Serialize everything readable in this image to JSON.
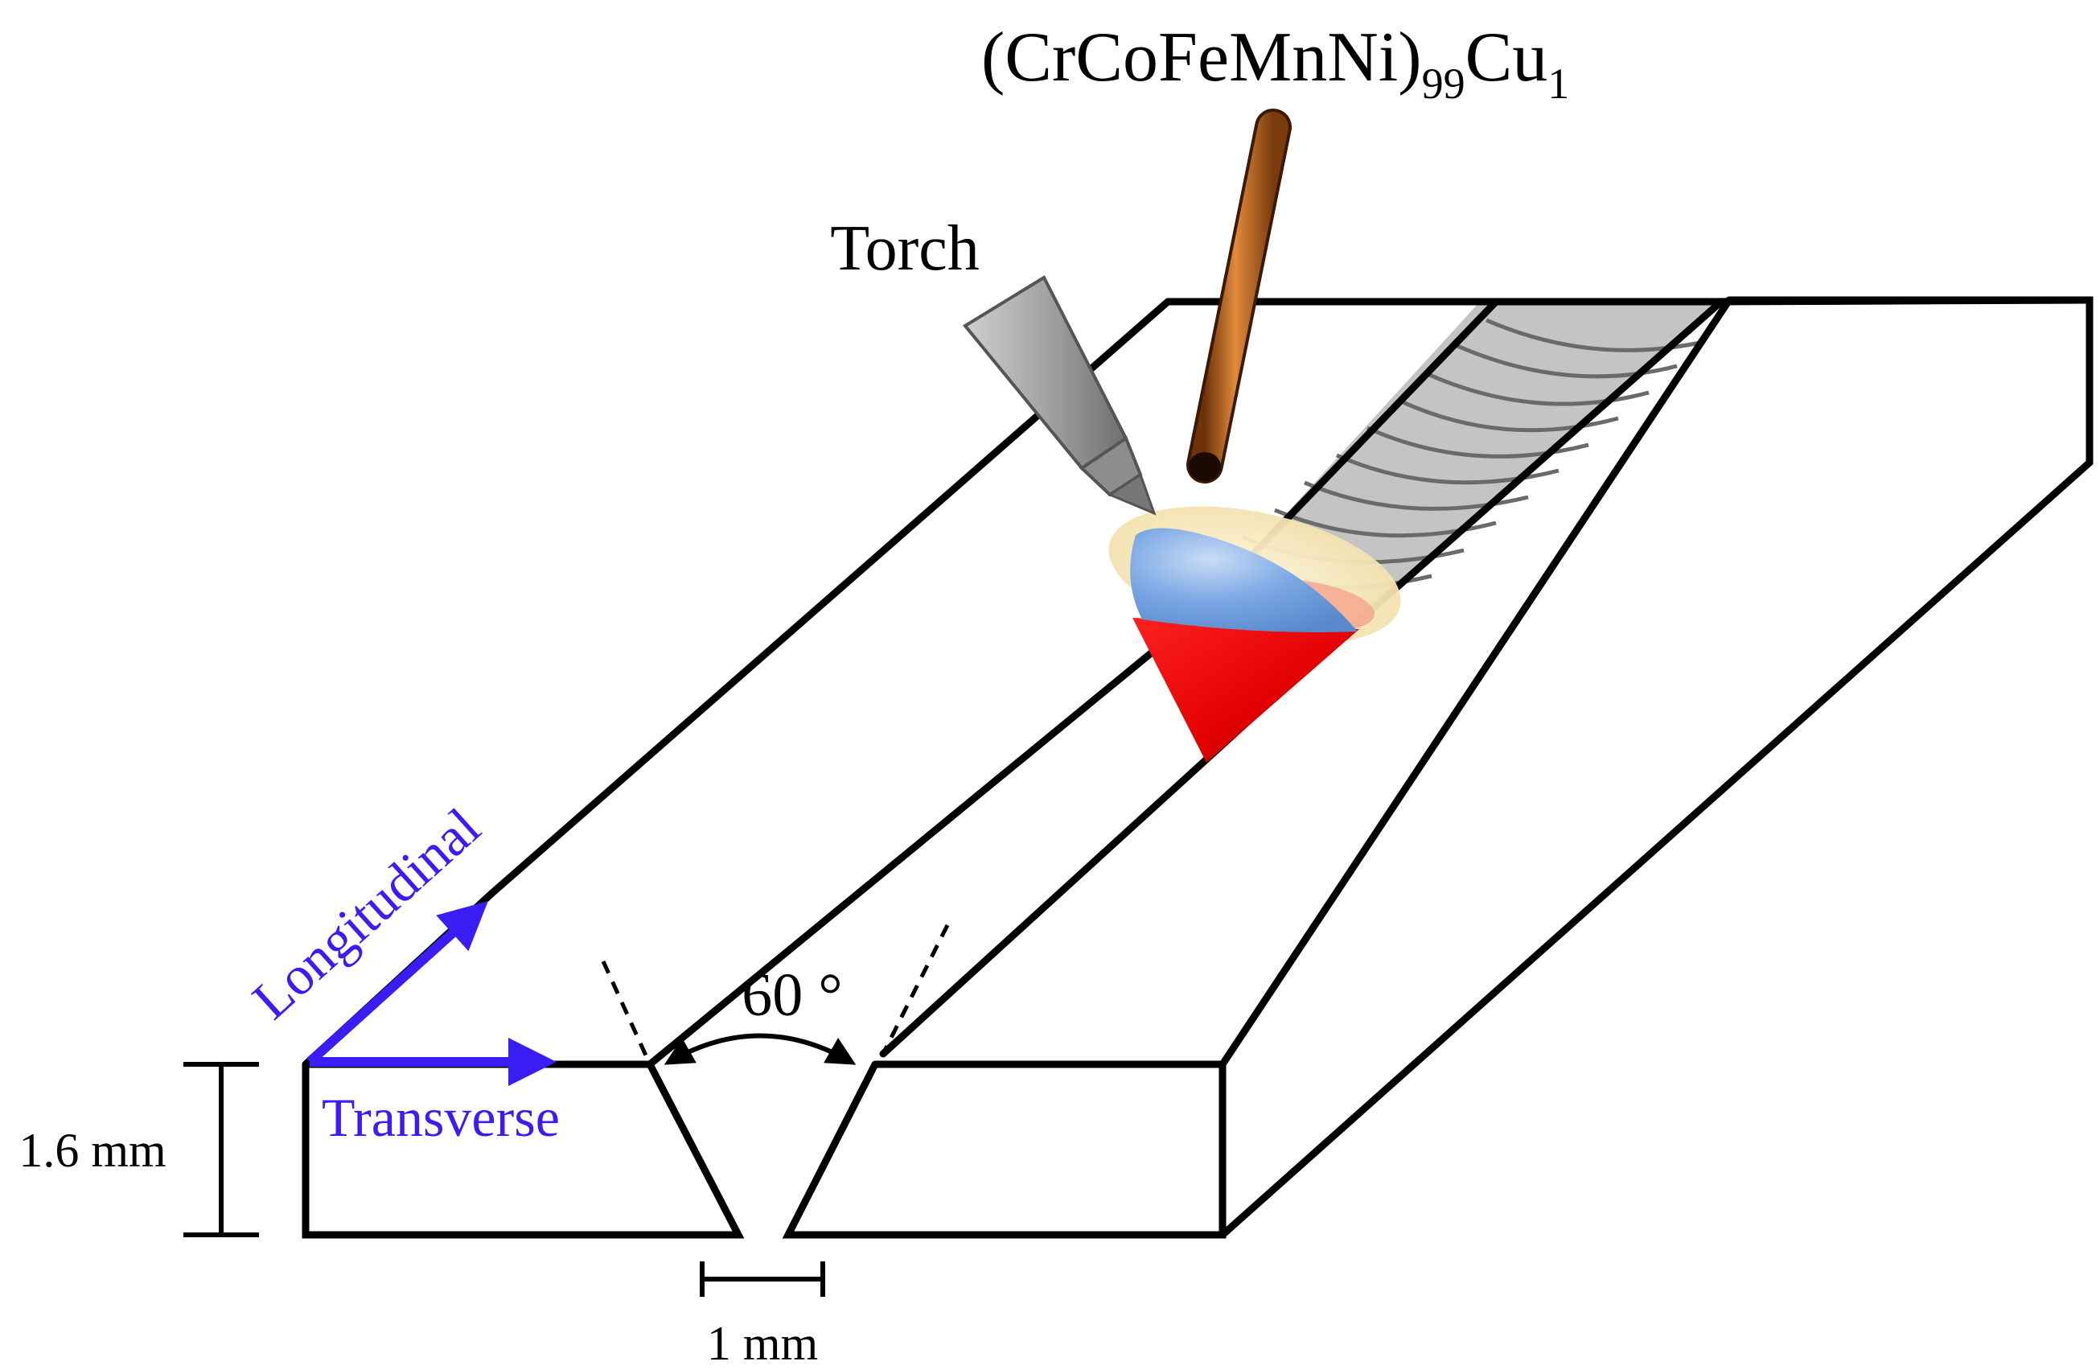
{
  "labels": {
    "filler_material": "(CrCoFeMnNi)",
    "filler_sub1": "99",
    "filler_element": "Cu",
    "filler_sub2": "1",
    "torch": "Torch",
    "angle": "60 °",
    "thickness": "1.6 mm",
    "root_gap": "1 mm",
    "longitudinal": "Longitudinal",
    "transverse": "Transverse"
  },
  "colors": {
    "outline": "#000000",
    "direction_arrows": "#3a1df5",
    "filler_rod": "#c8702a",
    "torch_body": "#9a9a9a",
    "weld_bead": "#c0c0c0",
    "melt_pool_blue": "#6b9de0",
    "melt_pool_red": "#e81010",
    "arc_glow": "#f5e6b8"
  },
  "icons": {
    "torch": "welding-torch-icon",
    "filler_rod": "filler-rod-icon"
  }
}
